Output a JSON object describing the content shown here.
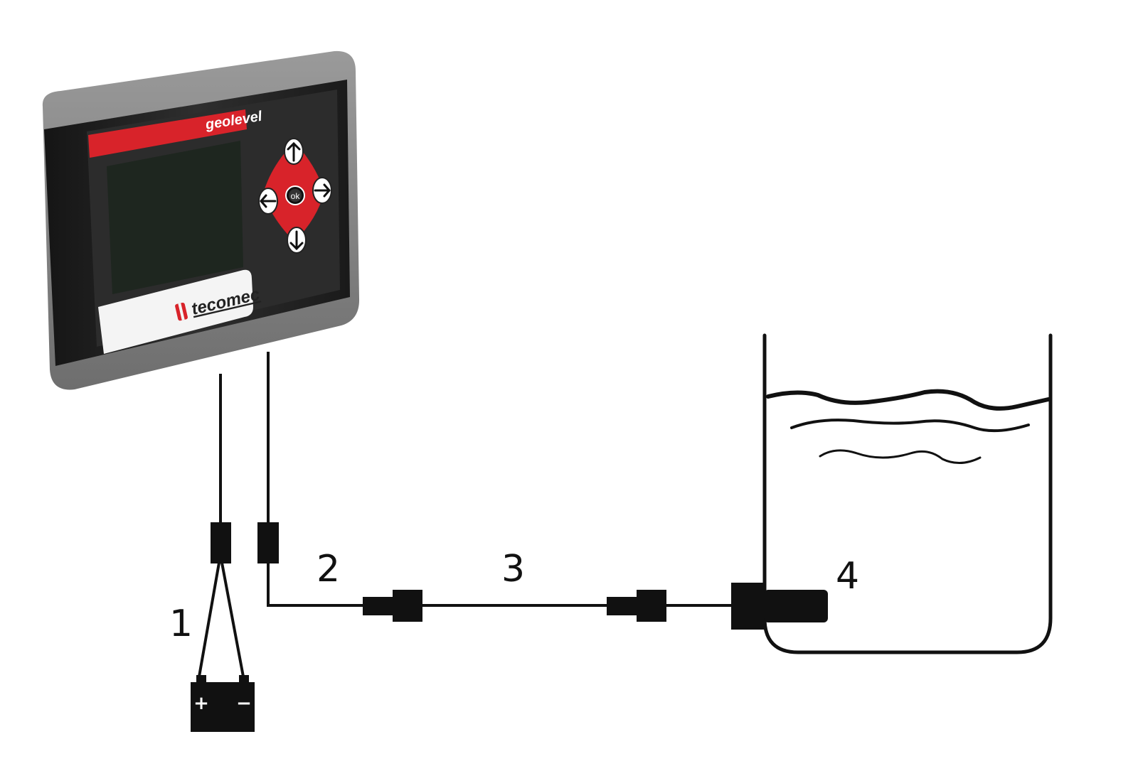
{
  "device": {
    "model_logo": "geolevel",
    "brand_logo": "tecomec",
    "ok_key_label": "ok",
    "colors": {
      "body": "#2a2a2a",
      "bezel": "#8c8c8c",
      "accent": "#d8232a",
      "screen": "#1e261f",
      "label_plate": "#f4f4f4"
    },
    "keys": [
      "arrow-up-icon",
      "arrow-down-icon",
      "arrow-left-icon",
      "arrow-right-icon",
      "ok-key"
    ]
  },
  "callouts": {
    "c1": "1",
    "c2": "2",
    "c3": "3",
    "c4": "4"
  },
  "battery": {
    "plus": "+",
    "minus": "−"
  },
  "colors": {
    "line": "#111111",
    "background": "#ffffff"
  }
}
